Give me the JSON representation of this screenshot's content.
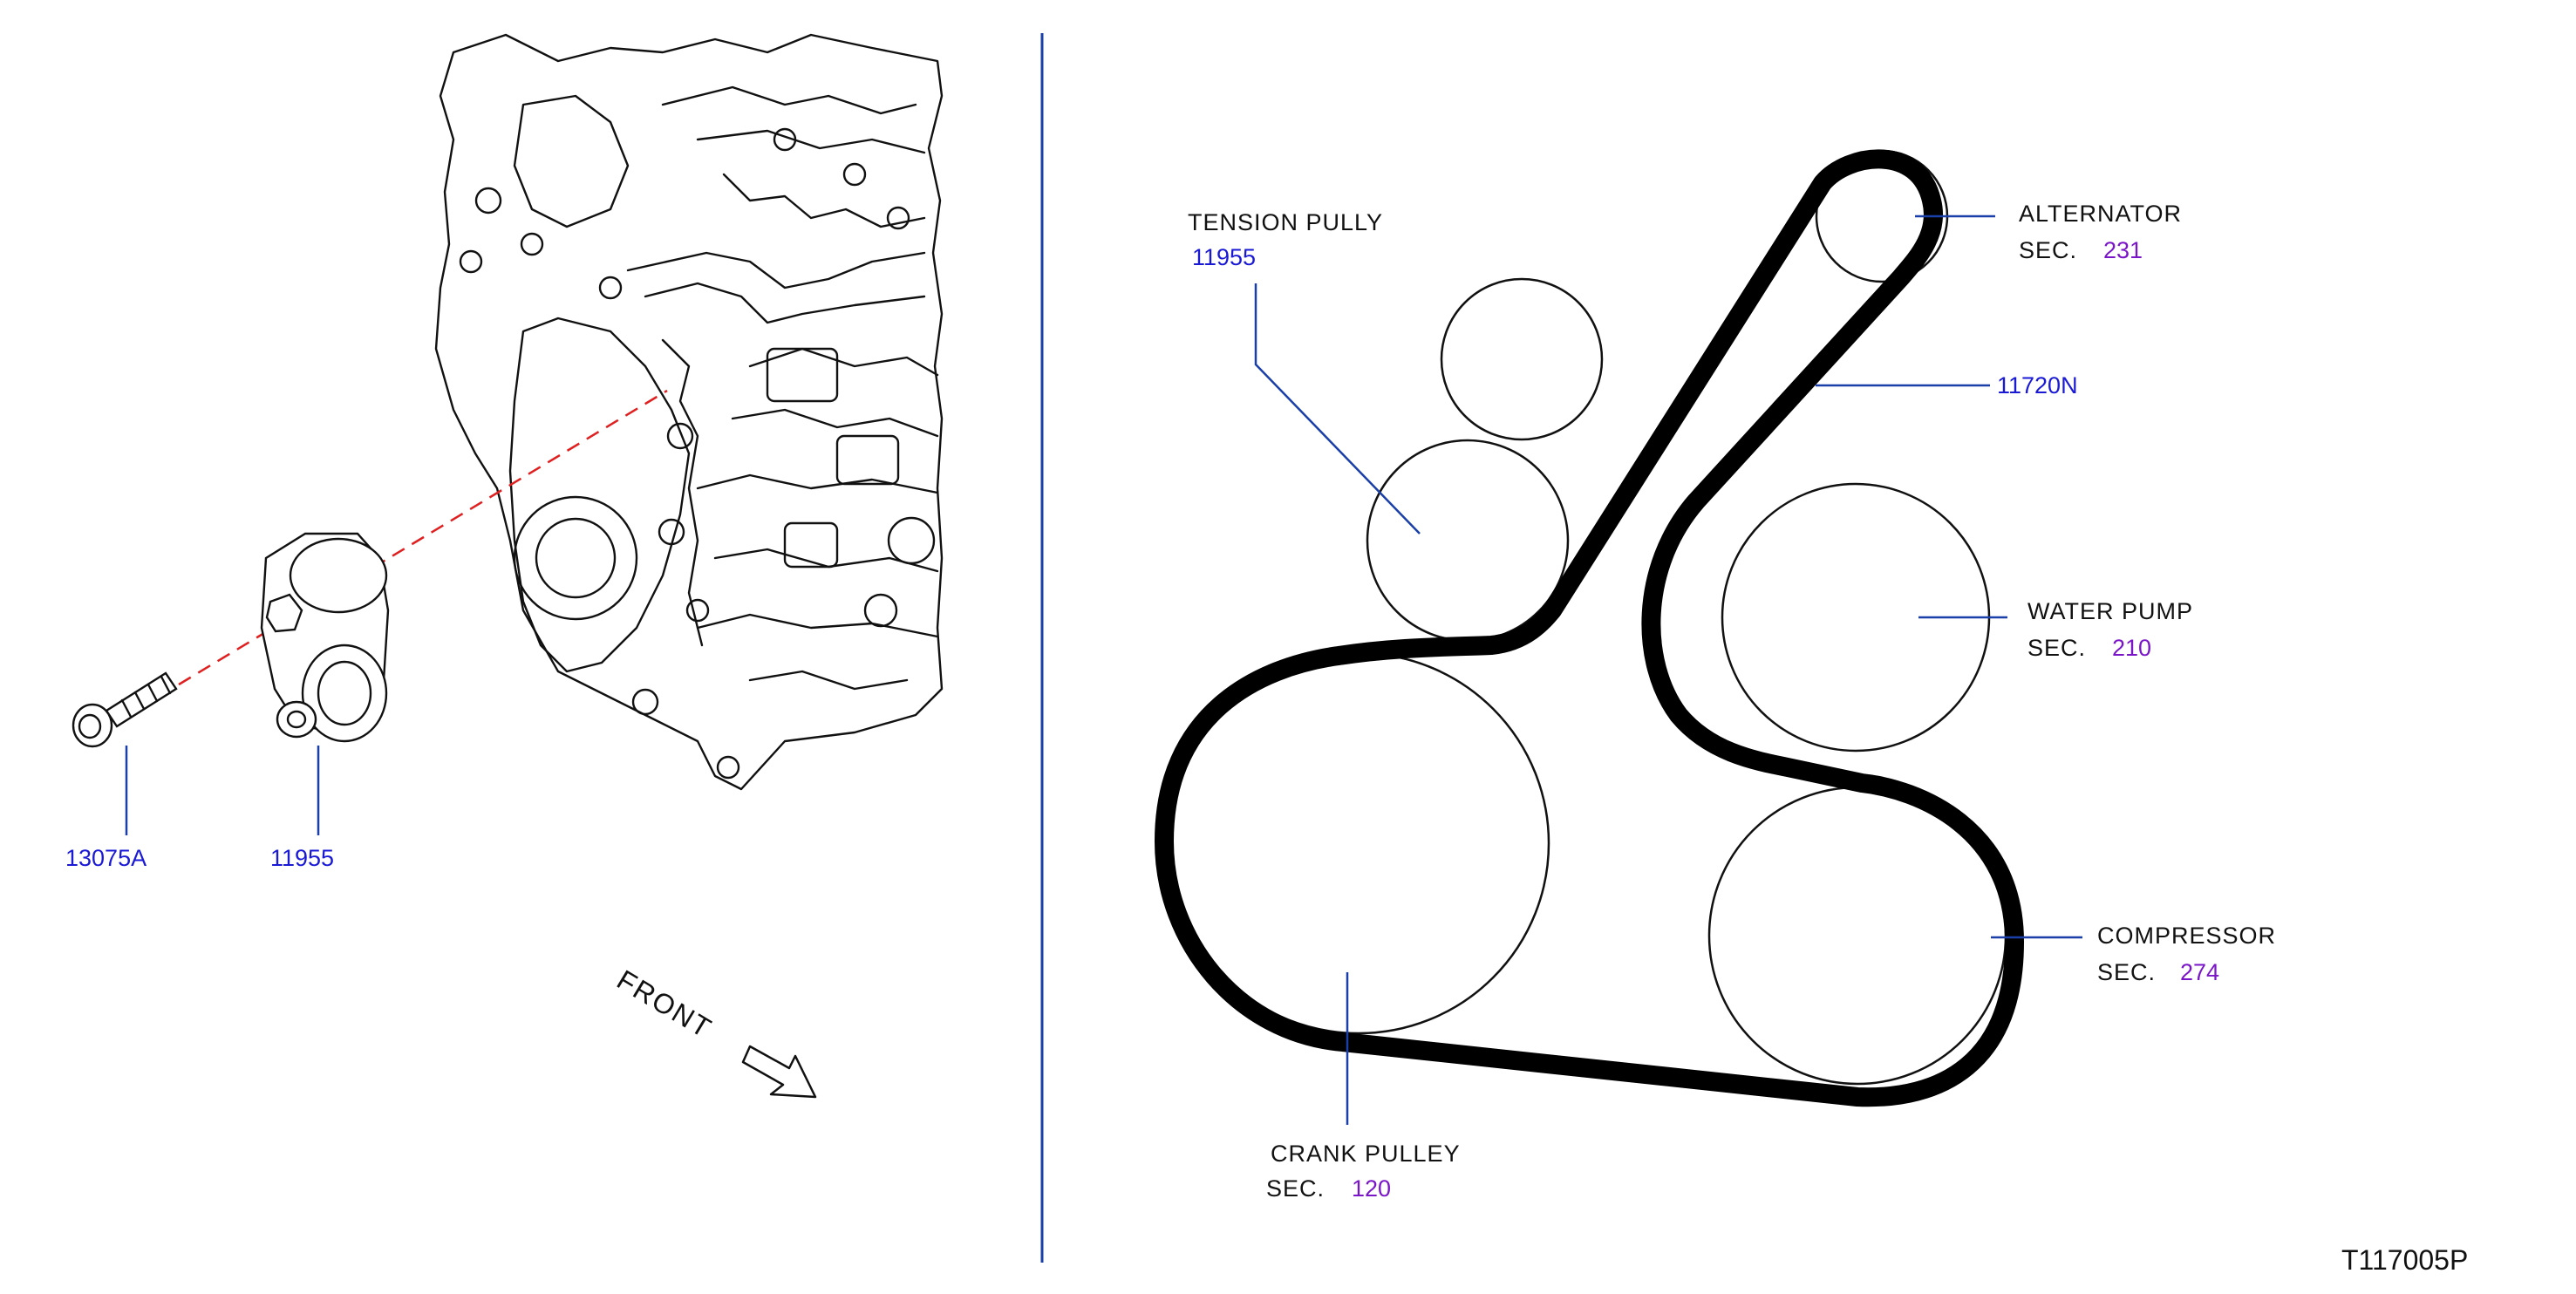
{
  "left_panel": {
    "callouts": [
      {
        "part": "13075A"
      },
      {
        "part": "11955"
      }
    ],
    "front_label": "FRONT"
  },
  "belt_layout": {
    "tension_pulley": {
      "name": "TENSION PULLY",
      "part": "11955"
    },
    "alternator": {
      "name": "ALTERNATOR",
      "sec_label": "SEC.",
      "sec": "231"
    },
    "belt": {
      "part": "11720N"
    },
    "water_pump": {
      "name": "WATER PUMP",
      "sec_label": "SEC.",
      "sec": "210"
    },
    "compressor": {
      "name": "COMPRESSOR",
      "sec_label": "SEC.",
      "sec": "274"
    },
    "crank_pulley": {
      "name": "CRANK PULLEY",
      "sec_label": "SEC.",
      "sec": "120"
    }
  },
  "figure_code": "T117005P",
  "colors": {
    "part_number": "#1a1ad6",
    "section_number": "#7a16c8",
    "leader_line": "#1a3fa8",
    "divider": "#1a3fa8",
    "dashed_axis": "#e02020",
    "belt": "#000000"
  }
}
